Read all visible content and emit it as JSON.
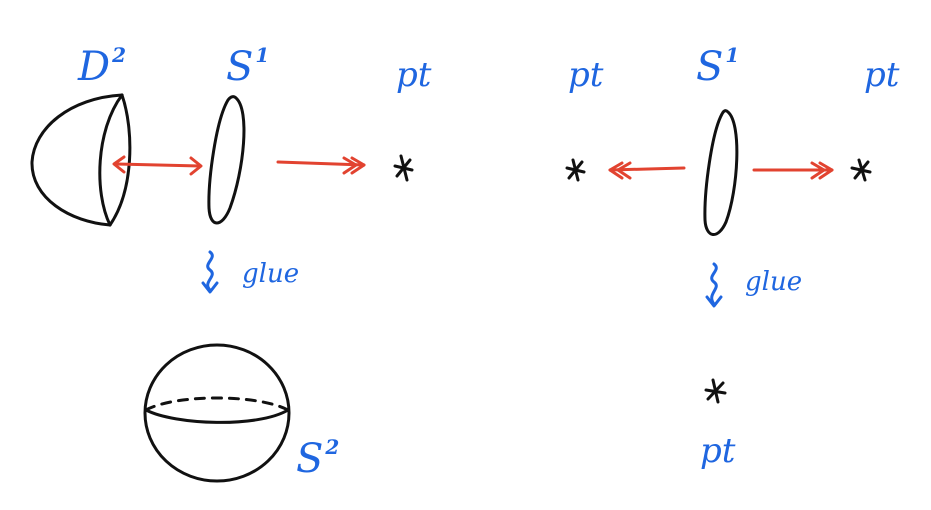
{
  "left": {
    "disk_label": "D",
    "disk_sup": "2",
    "circle_label": "S",
    "circle_sup": "1",
    "pt_label": "pt",
    "glue_label": "glue",
    "sphere_label": "S",
    "sphere_sup": "2"
  },
  "right": {
    "pt_left_label": "pt",
    "circle_label": "S",
    "circle_sup": "1",
    "pt_right_label": "pt",
    "glue_label": "glue",
    "result_pt_label": "pt"
  },
  "colors": {
    "label": "#1f66e0",
    "arrow": "#e24330",
    "ink": "#111111"
  }
}
